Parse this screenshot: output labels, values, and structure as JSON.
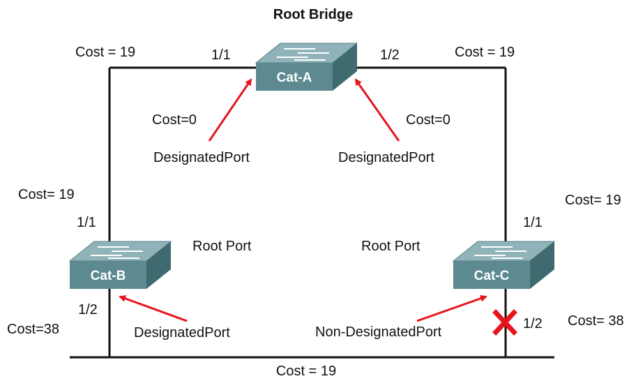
{
  "title": "Root Bridge",
  "colors": {
    "link": "#111111",
    "arrow": "#e8141c",
    "switch_top": "#7fa3a8",
    "switch_front": "#5c8a90",
    "switch_side": "#3e6a70",
    "blocked_mark": "#e8141c"
  },
  "switches": {
    "a": {
      "name": "Cat-A",
      "icon": "switch-icon"
    },
    "b": {
      "name": "Cat-B",
      "icon": "switch-icon"
    },
    "c": {
      "name": "Cat-C",
      "icon": "switch-icon"
    }
  },
  "labels": {
    "cost_a_left": "Cost = 19",
    "port_a_1": "1/1",
    "port_a_2": "1/2",
    "cost_a_right": "Cost = 19",
    "cost0_left": "Cost=0",
    "cost0_right": "Cost=0",
    "desig_a_left": "DesignatedPort",
    "desig_a_right": "DesignatedPort",
    "cost_b": "Cost= 19",
    "port_b_1": "1/1",
    "root_port_b": "Root Port",
    "port_b_2": "1/2",
    "cost_b_38": "Cost=38",
    "desig_b": "DesignatedPort",
    "cost_c": "Cost= 19",
    "port_c_1": "1/1",
    "root_port_c": "Root Port",
    "nondesig_c": "Non-DesignatedPort",
    "port_c_2": "1/2",
    "cost_c_38": "Cost= 38",
    "cost_bottom": "Cost = 19"
  },
  "blocked_icon": "x-mark-icon"
}
